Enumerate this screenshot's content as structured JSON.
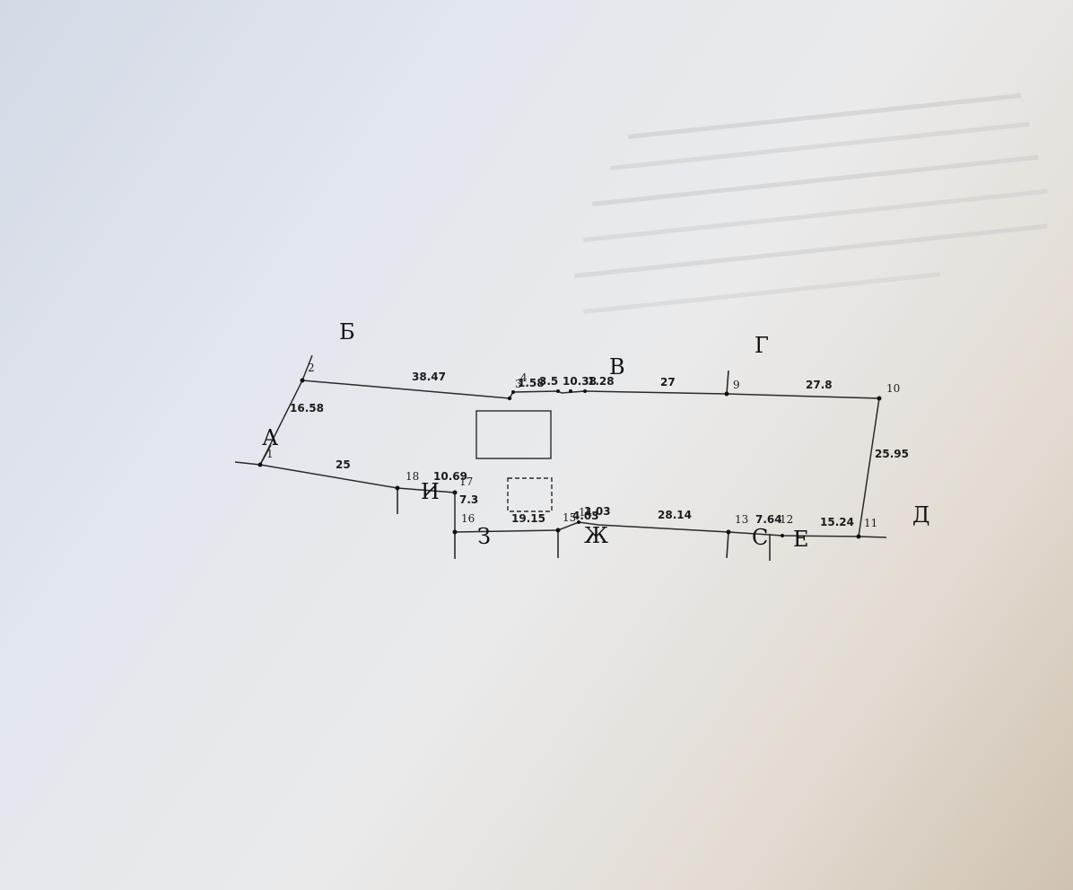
{
  "points": [
    {
      "id": "p1",
      "label": "1"
    },
    {
      "id": "p2",
      "label": "2"
    },
    {
      "id": "p3",
      "label": "3"
    },
    {
      "id": "p4",
      "label": "4"
    },
    {
      "id": "p9",
      "label": "9"
    },
    {
      "id": "p10",
      "label": "10"
    },
    {
      "id": "p11",
      "label": "11"
    },
    {
      "id": "p12",
      "label": "12"
    },
    {
      "id": "p13",
      "label": "13"
    },
    {
      "id": "p14",
      "label": "14"
    },
    {
      "id": "p15",
      "label": "15"
    },
    {
      "id": "p16",
      "label": "16"
    },
    {
      "id": "p17",
      "label": "17"
    },
    {
      "id": "p18",
      "label": "18"
    }
  ],
  "segments": [
    {
      "id": "s-1-2",
      "length": "16.58"
    },
    {
      "id": "s-2-3",
      "length": "38.47"
    },
    {
      "id": "s-3-4",
      "length": "1.58"
    },
    {
      "id": "s-4-5",
      "length": "3.5"
    },
    {
      "id": "s-5-6",
      "length": "10.38"
    },
    {
      "id": "s-6-8",
      "length": "1.28"
    },
    {
      "id": "s-8-9",
      "length": "27"
    },
    {
      "id": "s-9-10",
      "length": "27.8"
    },
    {
      "id": "s-10-11",
      "length": "25.95"
    },
    {
      "id": "s-11-12",
      "length": "15.24"
    },
    {
      "id": "s-12-13",
      "length": "7.64"
    },
    {
      "id": "s-13-14",
      "length": "28.14"
    },
    {
      "id": "s-14-15",
      "length": "1.03"
    },
    {
      "id": "s-14-15b",
      "length": "4.03"
    },
    {
      "id": "s-15-16",
      "length": "19.15"
    },
    {
      "id": "s-16-17",
      "length": "7.3"
    },
    {
      "id": "s-17-18",
      "length": "10.69"
    },
    {
      "id": "s-18-1",
      "length": "25"
    }
  ],
  "neighbors": [
    {
      "id": "nb-a",
      "label": "А"
    },
    {
      "id": "nb-b",
      "label": "Б"
    },
    {
      "id": "nb-v",
      "label": "В"
    },
    {
      "id": "nb-g",
      "label": "Г"
    },
    {
      "id": "nb-d",
      "label": "Д"
    },
    {
      "id": "nb-e",
      "label": "Е"
    },
    {
      "id": "nb-s",
      "label": "С"
    },
    {
      "id": "nb-zh",
      "label": "Ж"
    },
    {
      "id": "nb-z",
      "label": "З"
    },
    {
      "id": "nb-i",
      "label": "И"
    }
  ]
}
